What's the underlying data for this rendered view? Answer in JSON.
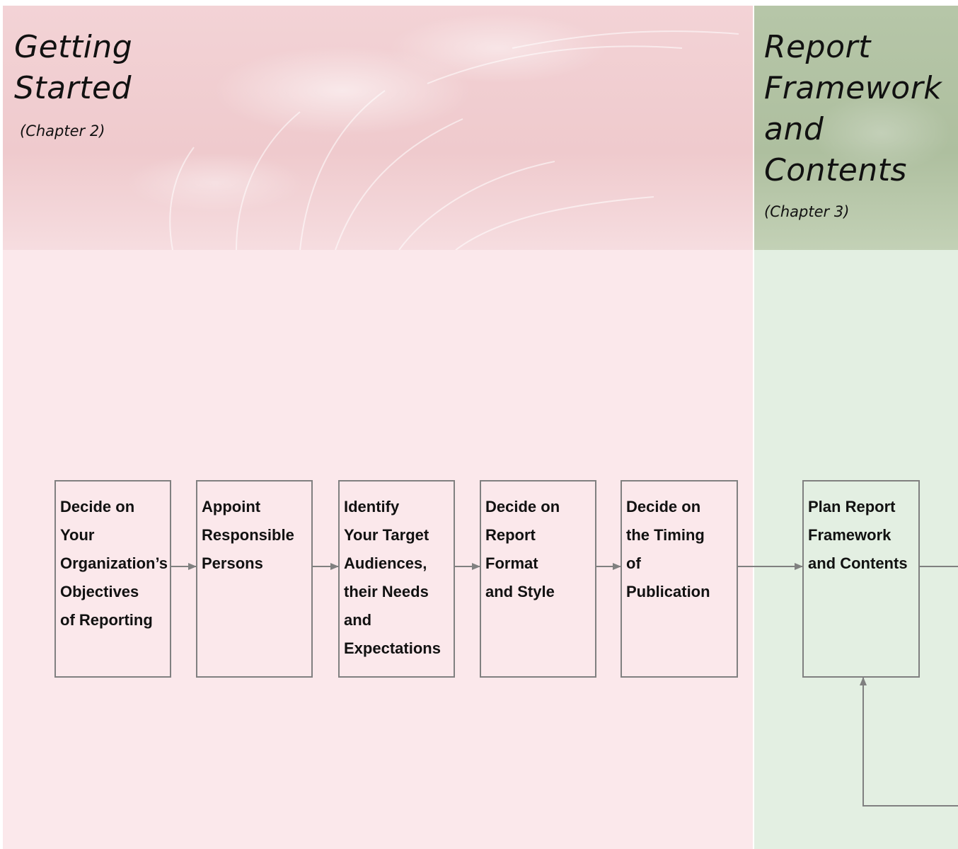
{
  "stages": [
    {
      "title": "Getting\nStarted",
      "chapter": "(Chapter 2)"
    },
    {
      "title": "Report\nFramework\nand\nContents",
      "chapter": "(Chapter 3)"
    }
  ],
  "steps": [
    "Decide on\nYour\nOrganization’s\nObjectives\nof Reporting",
    "Appoint\nResponsible\nPersons",
    "Identify\nYour Target\nAudiences,\ntheir Needs\nand\nExpectations",
    "Decide on\nReport\nFormat\nand Style",
    "Decide on\nthe Timing\nof\nPublication",
    "Plan Report\nFramework\nand Contents"
  ],
  "colors": {
    "getting_started_bg": "#fbe8eb",
    "report_framework_bg": "#e3efe2",
    "connector": "#808080"
  }
}
